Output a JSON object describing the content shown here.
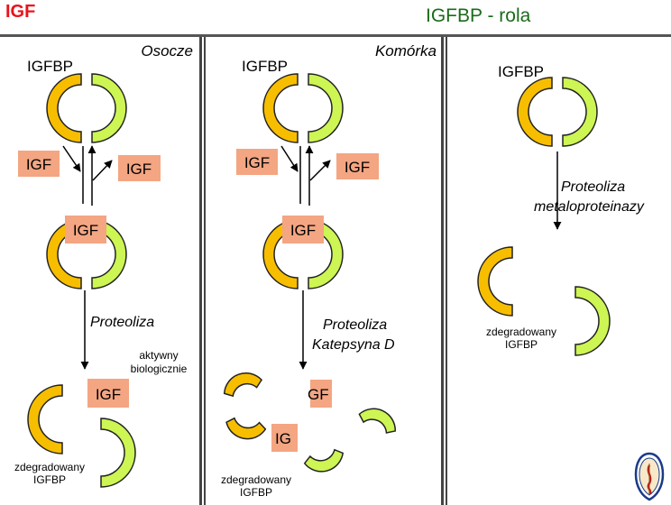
{
  "header": {
    "left_title": "IGF",
    "right_title": "IGFBP - rola"
  },
  "colors": {
    "orange": "#f7be00",
    "green": "#cdf553",
    "box": "#f4a582",
    "title_red": "#e8131b",
    "title_green": "#1a6b1a"
  },
  "panels": {
    "p1": {
      "title": "Osocze",
      "igfbp_label": "IGFBP",
      "igf_left": "IGF",
      "igf_right": "IGF",
      "igf_bound": "IGF",
      "process": "Proteoliza",
      "note_line1": "aktywny",
      "note_line2": "biologicznie",
      "igf_free": "IGF",
      "degraded_line1": "zdegradowany",
      "degraded_line2": "IGFBP"
    },
    "p2": {
      "title": "Komórka",
      "igfbp_label": "IGFBP",
      "igf_left": "IGF",
      "igf_right": "IGF",
      "igf_bound": "IGF",
      "process_line1": "Proteoliza",
      "process_line2": "Katepsyna D",
      "igf_fragment_1": "GF",
      "igf_fragment_2": "IG",
      "degraded_line1": "zdegradowany",
      "degraded_line2": "IGFBP"
    },
    "p3": {
      "igfbp_label": "IGFBP",
      "process_line1": "Proteoliza",
      "process_line2": "metaloproteinazy",
      "degraded_line1": "zdegradowany",
      "degraded_line2": "IGFBP"
    }
  }
}
